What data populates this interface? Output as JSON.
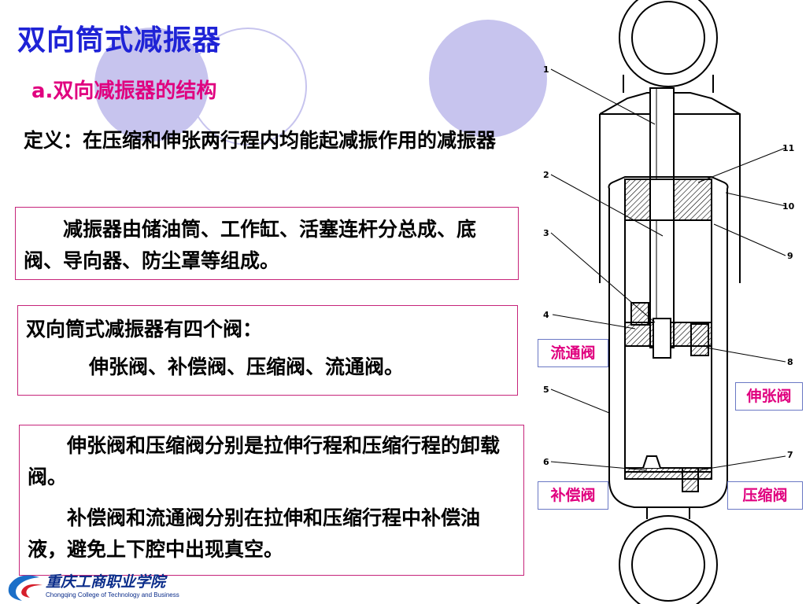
{
  "title": "双向筒式减振器",
  "subtitle": "a.双向减振器的结构",
  "definition": "定义：在压缩和伸张两行程内均能起减振作用的减振器",
  "box1": {
    "text": "减振器由储油筒、工作缸、活塞连杆分总成、底阀、导向器、防尘罩等组成。"
  },
  "box2": {
    "line1": "双向筒式减振器有四个阀：",
    "line2": "伸张阀、补偿阀、压缩阀、流通阀。"
  },
  "box3": {
    "para1": "伸张阀和压缩阀分别是拉伸行程和压缩行程的卸载阀。",
    "para2": "补偿阀和流通阀分别在拉伸和压缩行程中补偿油液，避免上下腔中出现真空。"
  },
  "valve_labels": {
    "flow": "流通阀",
    "rebound": "伸张阀",
    "compensation": "补偿阀",
    "compression": "压缩阀"
  },
  "part_numbers": [
    "1",
    "2",
    "3",
    "4",
    "5",
    "6",
    "7",
    "8",
    "9",
    "10",
    "11"
  ],
  "logo": {
    "cn": "重庆工商职业学院",
    "en": "Chongqing College of Technology and Business"
  },
  "colors": {
    "title": "#1f23d6",
    "accent": "#e0007f",
    "border": "#c6247a",
    "decor_circle": "#c7c4ee",
    "label_border": "#6a78c4"
  }
}
